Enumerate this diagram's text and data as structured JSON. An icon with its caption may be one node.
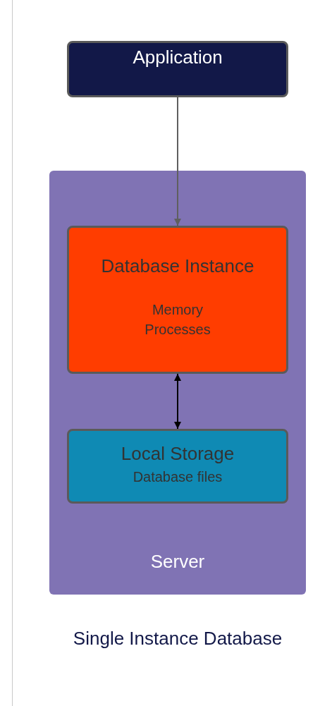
{
  "diagram": {
    "caption": "Single Instance Database",
    "nodes": [
      {
        "text": [
          "Application"
        ]
      },
      {
        "text": [
          "Server"
        ]
      },
      {
        "text": [
          "Database Instance",
          "Memory Processes"
        ],
        "in": 1
      },
      {
        "text": [
          "Local Storage",
          "Database files"
        ],
        "in": 1
      }
    ],
    "edges": [
      {
        "from": 0,
        "to": 2,
        "arrow": "to"
      },
      {
        "from": 2,
        "to": 3,
        "arrow": "both",
        "color": "#000000"
      }
    ]
  }
}
